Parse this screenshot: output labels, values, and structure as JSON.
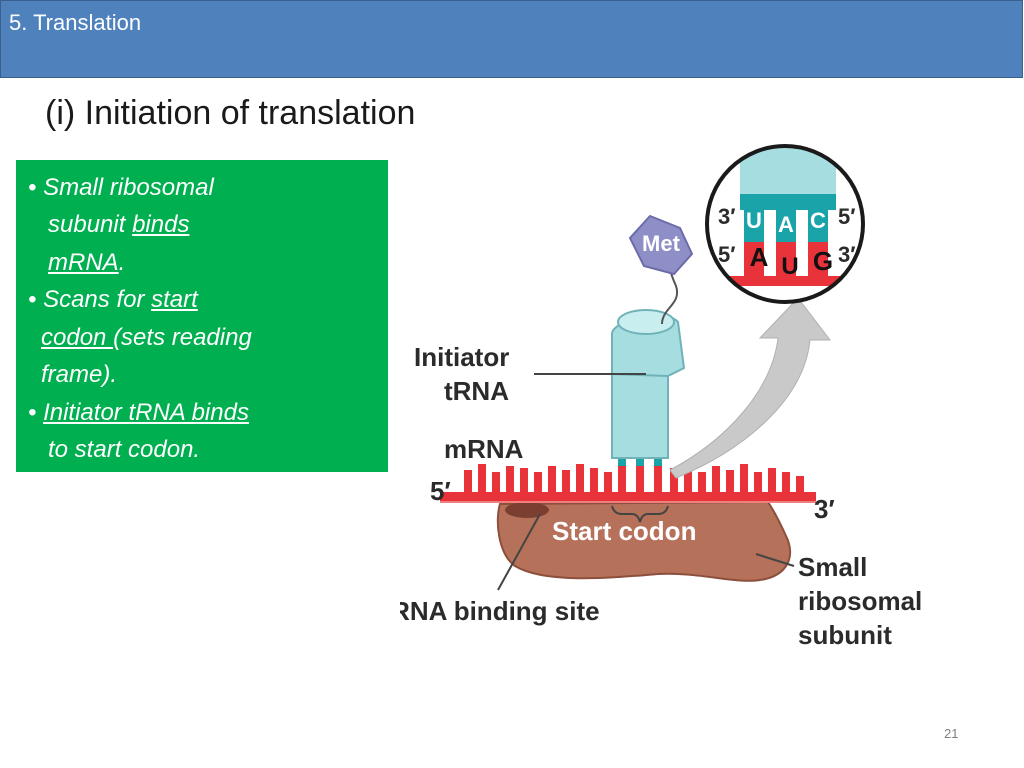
{
  "header": {
    "section_title": "5.  Translation"
  },
  "slide": {
    "title": "(i) Initiation of translation",
    "page_number": "21"
  },
  "bullets": [
    {
      "lines": [
        [
          "• Small ribosomal"
        ],
        [
          "subunit ",
          {
            "u": "binds"
          }
        ],
        [
          {
            "u": "mRNA"
          },
          "."
        ]
      ]
    },
    {
      "lines": [
        [
          "• Scans for ",
          {
            "u": "start"
          }
        ],
        [
          {
            "u": "codon "
          },
          "(sets reading"
        ],
        [
          "frame)."
        ]
      ]
    },
    {
      "lines": [
        [
          "• ",
          {
            "u": "Initiator tRNA binds"
          }
        ],
        [
          "to start codon."
        ]
      ]
    }
  ],
  "diagram": {
    "labels": {
      "initiator": "Initiator",
      "trna": "tRNA",
      "mrna": "mRNA",
      "five_prime": "5′",
      "three_prime": "3′",
      "start_codon": "Start codon",
      "binding_site": "mRNA binding site",
      "small": "Small",
      "ribosomal": "ribosomal",
      "subunit": "subunit",
      "met": "Met"
    },
    "inset": {
      "anticodon": [
        "U",
        "A",
        "C"
      ],
      "codon": [
        "A",
        "U",
        "G"
      ],
      "top_left": "3′",
      "top_right": "5′",
      "bottom_left": "5′",
      "bottom_right": "3′"
    },
    "colors": {
      "ribosome": "#b5715a",
      "mrna": "#e8333b",
      "trna": "#a6dde0",
      "met": "#8f8fc8",
      "arrow": "#c9c9c9"
    }
  }
}
